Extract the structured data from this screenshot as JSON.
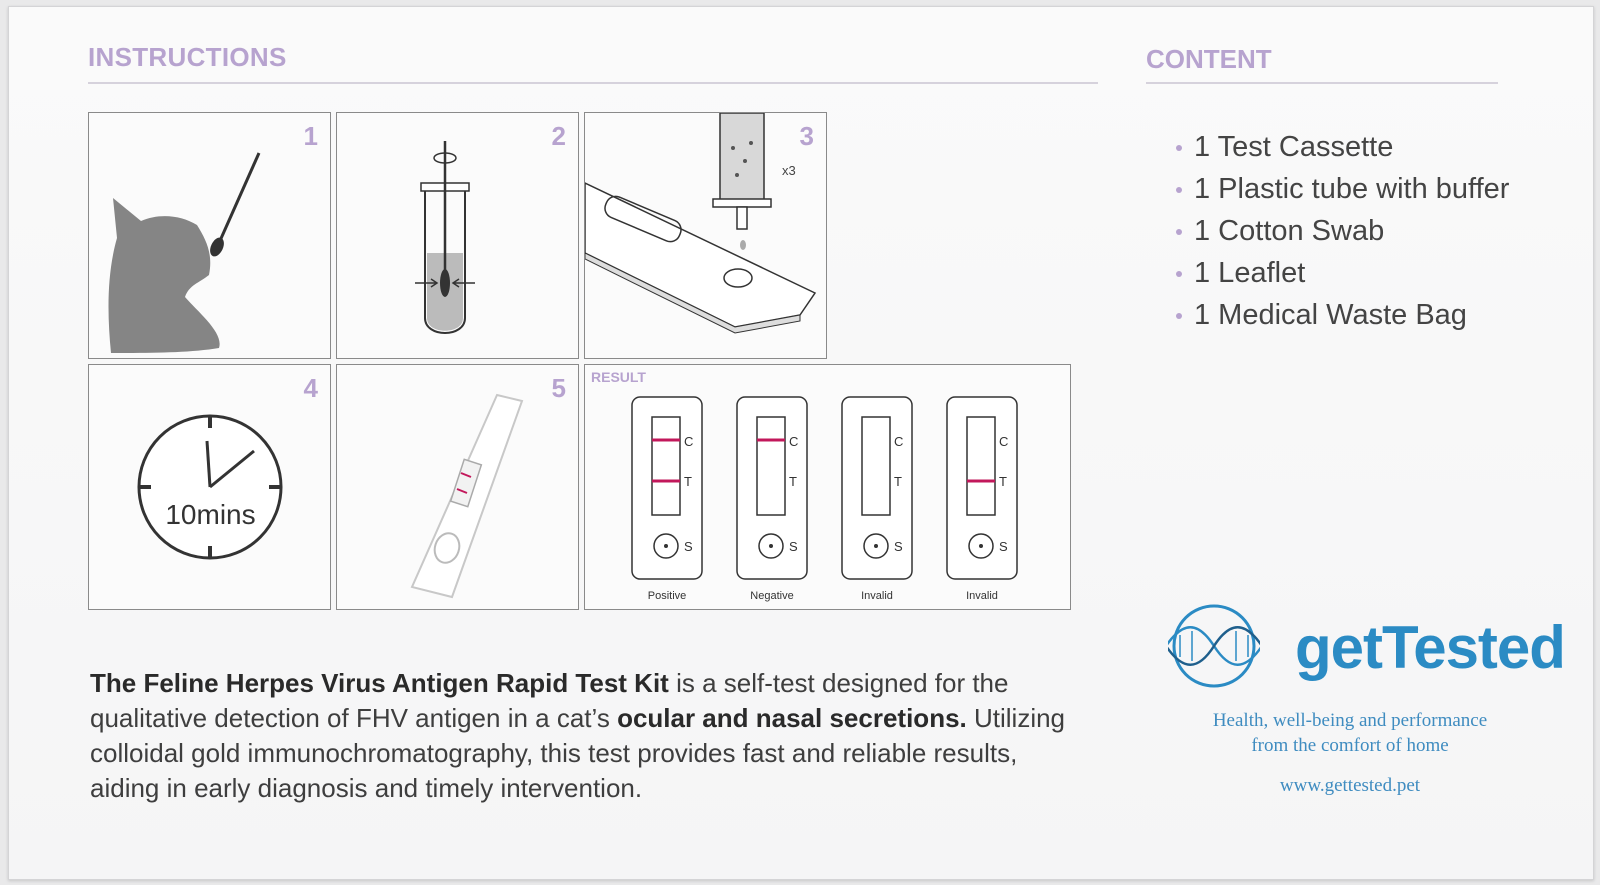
{
  "instructions": {
    "heading": "INSTRUCTIONS",
    "steps": [
      {
        "number": "1"
      },
      {
        "number": "2"
      },
      {
        "number": "3",
        "drop_count": "x3"
      },
      {
        "number": "4",
        "timer": "10mins"
      },
      {
        "number": "5"
      }
    ],
    "result": {
      "label": "RESULT",
      "cassettes": [
        {
          "name": "Positive",
          "c_line": true,
          "t_line": true
        },
        {
          "name": "Negative",
          "c_line": true,
          "t_line": false
        },
        {
          "name": "Invalid",
          "c_line": false,
          "t_line": false
        },
        {
          "name": "Invalid",
          "c_line": false,
          "t_line": true
        }
      ],
      "marker_c": "C",
      "marker_t": "T",
      "marker_s": "S"
    }
  },
  "content": {
    "heading": "CONTENT",
    "items": [
      "1 Test Cassette",
      "1 Plastic tube with buffer",
      "1 Cotton Swab",
      "1 Leaflet",
      "1 Medical Waste Bag"
    ]
  },
  "description": {
    "bold1": "The Feline Herpes Virus Antigen Rapid Test Kit",
    "text1": " is a self-test designed for the qualitative detection of FHV antigen in a cat’s ",
    "bold2": "ocular and nasal secretions.",
    "text2": " Utilizing colloidal gold immunochromatography, this test provides fast and reliable results, aiding in early diagnosis and timely intervention."
  },
  "brand": {
    "name": "getTested",
    "tagline_line1": "Health, well-being and performance",
    "tagline_line2": "from the comfort of home",
    "url": "www.gettested.pet"
  },
  "colors": {
    "accent": "#b7a3cf",
    "brand": "#2b8bc4",
    "line": "#c2185b"
  }
}
